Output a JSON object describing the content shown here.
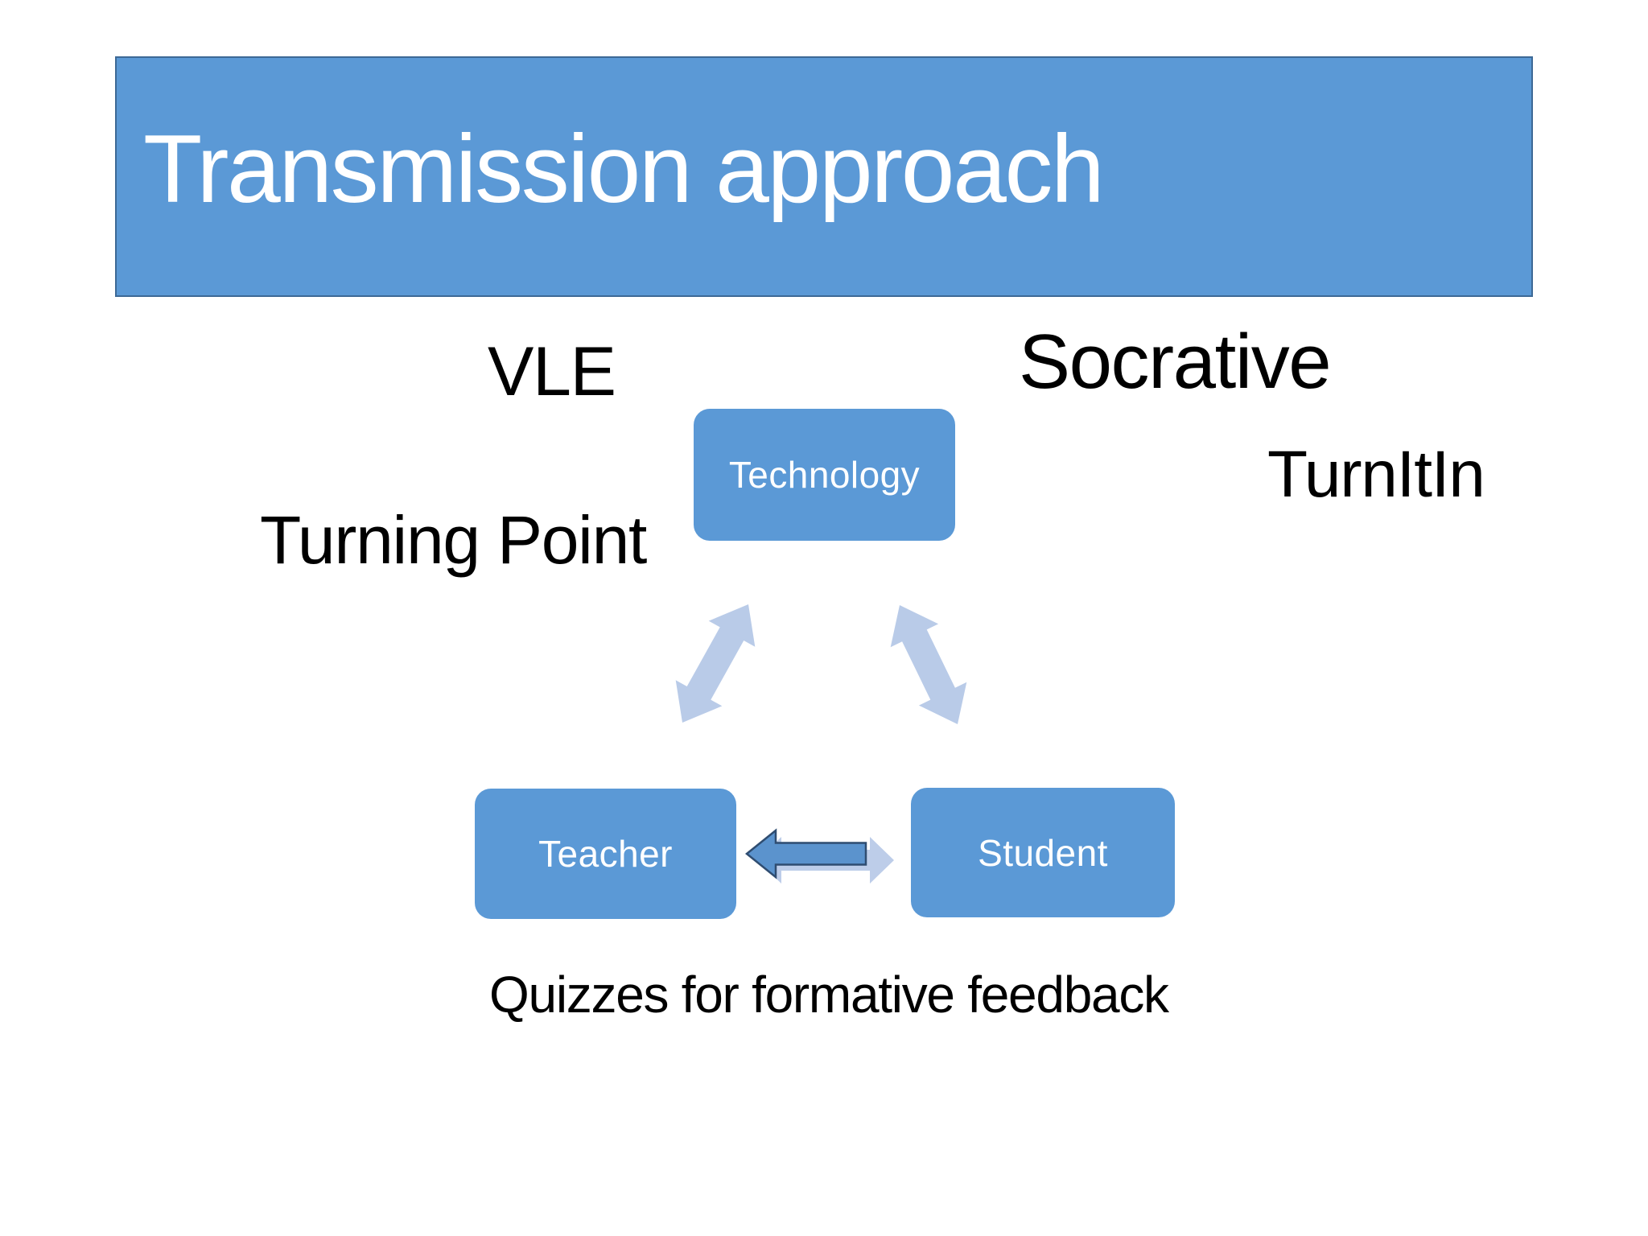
{
  "slide": {
    "title": "Transmission approach",
    "tool_labels": {
      "vle": "VLE",
      "socrative": "Socrative",
      "turnitin": "TurnItIn",
      "turning_point": "Turning Point"
    },
    "nodes": {
      "technology": "Technology",
      "teacher": "Teacher",
      "student": "Student"
    },
    "caption": "Quizzes for formative feedback",
    "arrows": {
      "technology_teacher": "double-headed diagonal arrow",
      "technology_student": "double-headed diagonal arrow",
      "teacher_student_light": "double-headed horizontal arrow",
      "teacher_student_dark": "left-pointing horizontal arrow"
    },
    "colors": {
      "banner_fill": "#5b99d6",
      "banner_border": "#3d6996",
      "node_fill": "#5b99d6",
      "node_text": "#ffffff",
      "label_text": "#000000",
      "diagonal_arrow_fill": "#b9cbe8",
      "light_arrow_fill": "#bdcde9",
      "dark_arrow_fill": "#5b93cd",
      "dark_arrow_border": "#2f4d71",
      "slide_bg": "#ffffff"
    }
  }
}
